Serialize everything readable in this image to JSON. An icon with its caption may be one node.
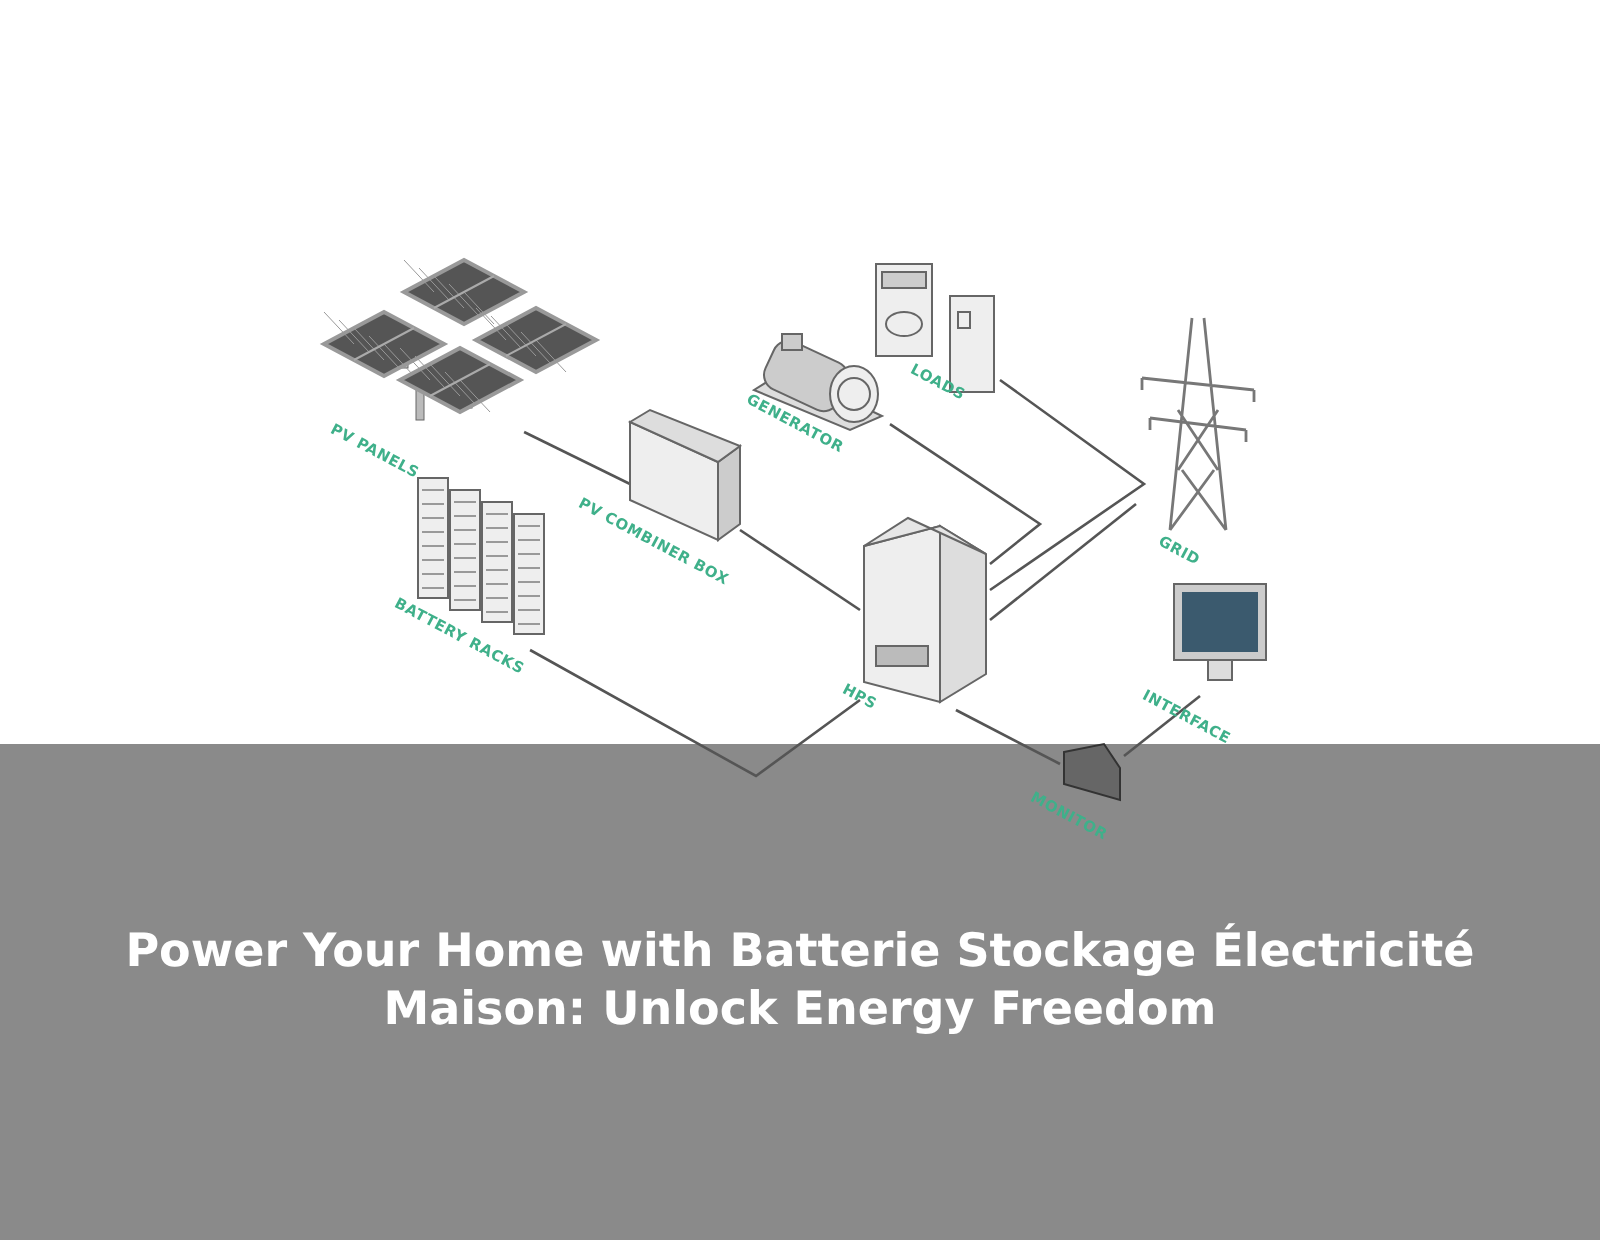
{
  "diagram": {
    "title": "Power Your Home with Batterie Stockage Électricité Maison: Unlock Energy Freedom",
    "nodes": [
      {
        "text": [
          "PV PANELS"
        ]
      },
      {
        "text": [
          "PV COMBINER BOX"
        ]
      },
      {
        "text": [
          "GENERATOR"
        ]
      },
      {
        "text": [
          "LOADS"
        ]
      },
      {
        "text": [
          "GRID"
        ]
      },
      {
        "text": [
          "BATTERY RACKS"
        ]
      },
      {
        "text": [
          "HPS"
        ]
      },
      {
        "text": [
          "INTERFACE"
        ]
      },
      {
        "text": [
          "MONITOR"
        ]
      }
    ],
    "edges": [
      {
        "from": 0,
        "to": 1,
        "arrow": "none"
      },
      {
        "from": 1,
        "to": 6,
        "arrow": "none"
      },
      {
        "from": 5,
        "to": 6,
        "arrow": "none"
      },
      {
        "from": 2,
        "to": 6,
        "arrow": "none"
      },
      {
        "from": 3,
        "to": 6,
        "arrow": "none"
      },
      {
        "from": 4,
        "to": 6,
        "arrow": "none"
      },
      {
        "from": 6,
        "to": 8,
        "arrow": "none"
      },
      {
        "from": 8,
        "to": 7,
        "arrow": "none"
      }
    ]
  }
}
